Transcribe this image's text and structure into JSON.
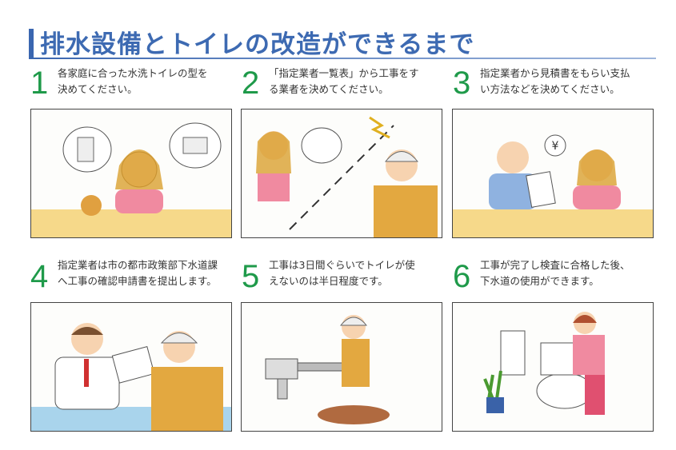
{
  "title": "排水設備とトイレの改造ができるまで",
  "steps": [
    {
      "number": "1",
      "line1": "各家庭に合った水洗トイレの型を",
      "line2": "決めてください。"
    },
    {
      "number": "2",
      "line1": "「指定業者一覧表」から工事をす",
      "line2": "る業者を決めてください。"
    },
    {
      "number": "3",
      "line1": "指定業者から見積書をもらい支払",
      "line2": "い方法などを決めてください。"
    },
    {
      "number": "4",
      "line1": "指定業者は市の都市政策部下水道課",
      "line2": "へ工事の確認申請書を提出します。"
    },
    {
      "number": "5",
      "line1": "工事は3日間ぐらいでトイレが使",
      "line2": "えないのは半日程度です。"
    },
    {
      "number": "6",
      "line1": "工事が完了し検査に合格した後、",
      "line2": "下水道の使用ができます。"
    }
  ],
  "illustration_labels": {
    "yen_sign": "¥"
  }
}
